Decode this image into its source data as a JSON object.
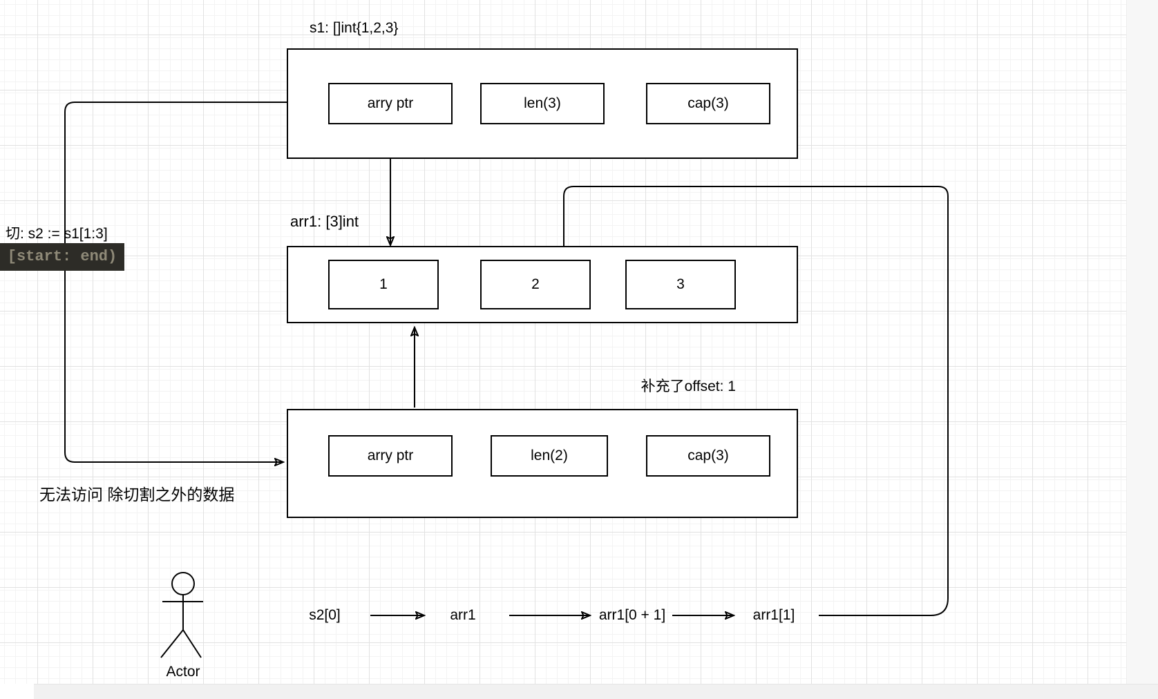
{
  "s1_box": {
    "title": "s1: []int{1,2,3}",
    "cells": [
      "arry ptr",
      "len(3)",
      "cap(3)"
    ]
  },
  "arr1_box": {
    "title": "arr1: [3]int",
    "cells": [
      "1",
      "2",
      "3"
    ]
  },
  "s2_box": {
    "title": "补充了offset: 1",
    "cells": [
      "arry ptr",
      "len(2)",
      "cap(3)"
    ]
  },
  "annotations": {
    "slice_expr": "切:  s2 := s1[1:3]",
    "range_badge": "[start: end)",
    "no_access_note": "无法访问 除切割之外的数据"
  },
  "flow": {
    "steps": [
      "s2[0]",
      "arr1",
      "arr1[0 + 1]",
      "arr1[1]"
    ]
  },
  "actor": {
    "label": "Actor"
  },
  "colors": {
    "stroke": "#000000",
    "badge_bg": "#2d2c27",
    "badge_text": "#8f8a78",
    "grid_minor": "#f3f3f3",
    "grid_major": "#e1e1e1",
    "scroll_track": "#f1f1f1",
    "right_gutter": "#f7f7f7"
  }
}
